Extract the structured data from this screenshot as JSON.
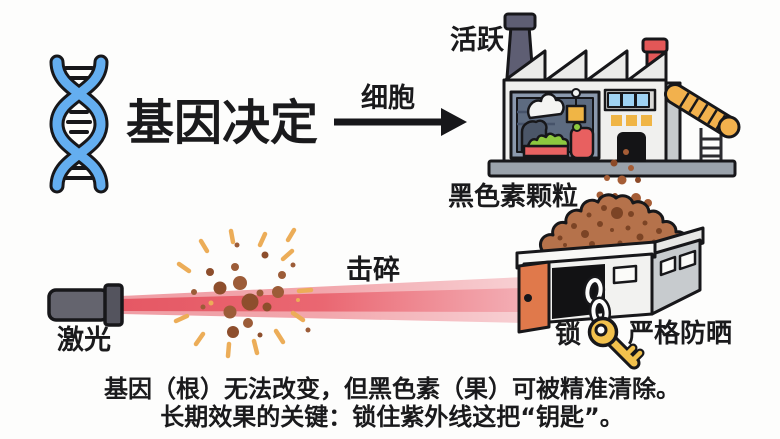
{
  "title": "基因决定",
  "arrow_label": "细胞",
  "factory": {
    "status_label": "活跃",
    "output_label": "黑色素颗粒"
  },
  "laser": {
    "device_label": "激光",
    "action_label": "击碎"
  },
  "storage": {
    "lock_label": "锁",
    "protection_label": "严格防晒"
  },
  "caption": {
    "line1": "基因（根）无法改变，但黑色素（果）可被精准清除。",
    "line2": "长期效果的关键：锁住紫外线这把“钥匙”。"
  },
  "colors": {
    "dna_blue": "#64aef0",
    "laser_red": "#e9606b",
    "melanin_brown": "#b5724b",
    "key_gold": "#f2c14d",
    "door_orange": "#e0794b",
    "factory_gray": "#f0f0ee"
  }
}
